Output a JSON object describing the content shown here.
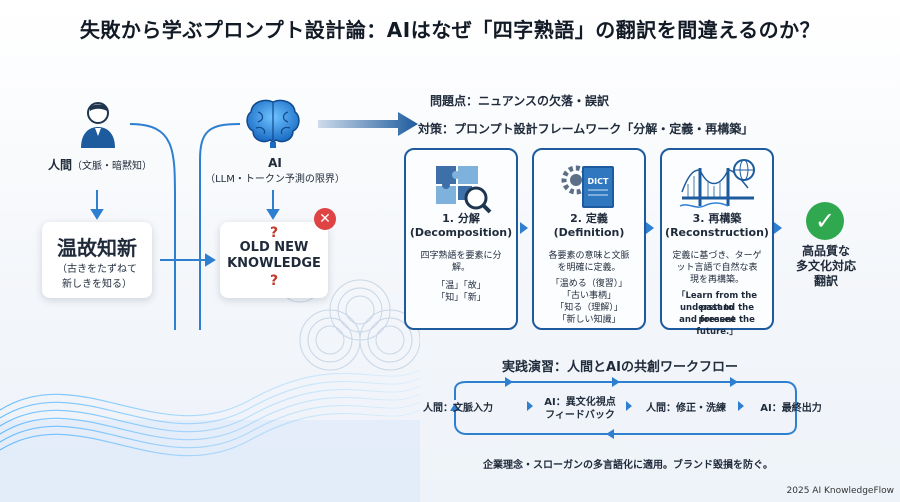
{
  "title": "失敗から学ぶプロンプト設計論：AIはなぜ「四字熟語」の翻訳を間違えるのか？",
  "human": {
    "label": "人間",
    "label_sub": "（文脈・暗黙知）",
    "card_main": "温故知新",
    "card_sub_1": "（古きをたずねて",
    "card_sub_2": "新しきを知る）"
  },
  "ai": {
    "label": "AI",
    "label_sub": "（LLM・トークン予測の限界）",
    "q_mark": "?",
    "card_line1": "OLD NEW",
    "card_line2": "KNOWLEDGE",
    "error_mark": "✕"
  },
  "problem": "問題点：ニュアンスの欠落・誤訳",
  "measure": "対策：プロンプト設計フレームワーク「分解・定義・再構築」",
  "steps": [
    {
      "title": "1. 分解",
      "title_en": "(Decomposition)",
      "desc_1": "四字熟語を要素に分",
      "desc_2": "解。",
      "desc_3": "「温」「故」",
      "desc_4": "「知」「新」"
    },
    {
      "title": "2. 定義",
      "title_en": "(Definition)",
      "icon_text": "DICT",
      "desc_1": "各要素の意味と文脈",
      "desc_2": "を明確に定義。",
      "desc_3": "「温める（復習）」",
      "desc_4": "「古い事柄」",
      "desc_5": "「知る（理解）」",
      "desc_6": "「新しい知識」"
    },
    {
      "title": "3. 再構築",
      "title_en": "(Reconstruction)",
      "desc_1": "定義に基づき、ターゲ",
      "desc_2": "ット言語で自然な表",
      "desc_3": "現を再構築。",
      "desc_4": "「Learn from the past to",
      "desc_5": "understand the present",
      "desc_6": "and foresee the future.」"
    }
  ],
  "result": {
    "check": "✓",
    "line1": "高品質な",
    "line2": "多文化対応",
    "line3": "翻訳"
  },
  "practice": {
    "title": "実践演習：人間とAIの共創ワークフロー",
    "flow": [
      {
        "line1": "人間：文脈入力",
        "line2": ""
      },
      {
        "line1": "AI：異文化視点",
        "line2": "フィードバック"
      },
      {
        "line1": "人間：修正・洗練",
        "line2": ""
      },
      {
        "line1": "AI：最終出力",
        "line2": ""
      }
    ],
    "note": "企業理念・スローガンの多言語化に適用。ブランド毀損を防ぐ。"
  },
  "copyright": "2025 AI KnowledgeFlow",
  "colors": {
    "accent": "#1e5b9e",
    "line": "#2f7fd1",
    "error": "#e04343",
    "success": "#2fa84f"
  }
}
